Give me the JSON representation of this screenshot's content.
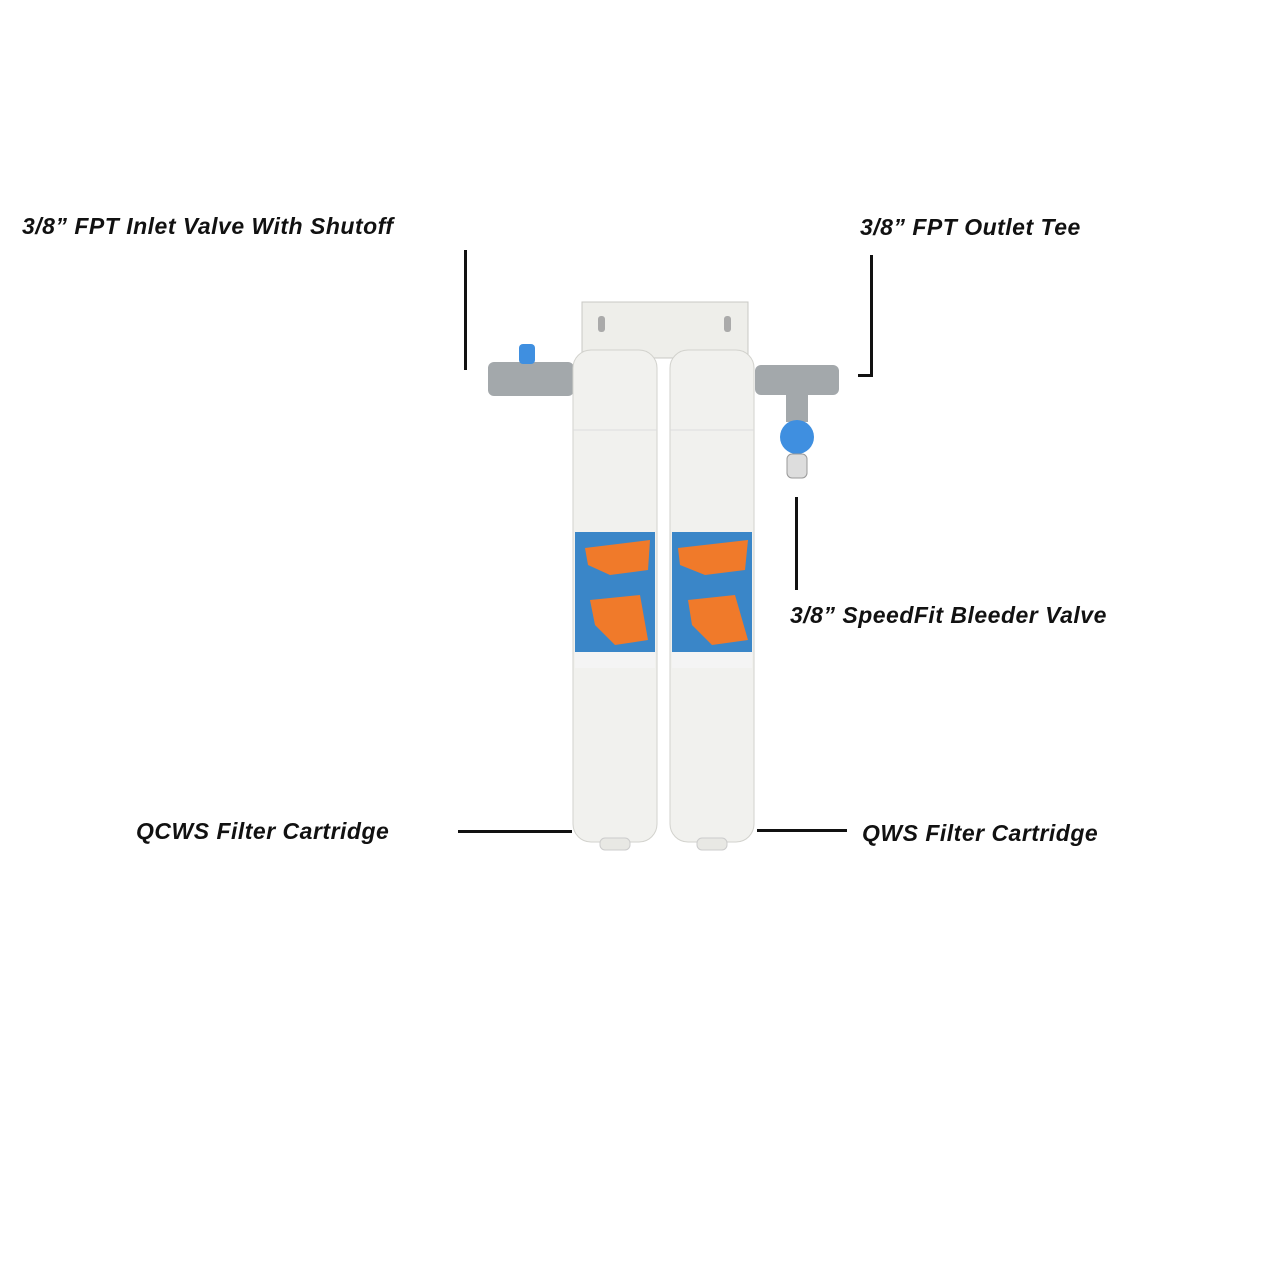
{
  "labels": {
    "inlet_valve": "3/8” FPT Inlet Valve With Shutoff",
    "outlet_tee": "3/8” FPT Outlet Tee",
    "bleeder_valve": "3/8” SpeedFit Bleeder Valve",
    "qcws_cartridge": "QCWS Filter Cartridge",
    "qws_cartridge": "QWS Filter Cartridge"
  },
  "colors": {
    "cartridge": "#f1f1ee",
    "pipe": "#9ea3a6",
    "valve_blue": "#3f8fe0",
    "label_blue": "#3a86c8",
    "label_orange": "#f07a2a"
  }
}
